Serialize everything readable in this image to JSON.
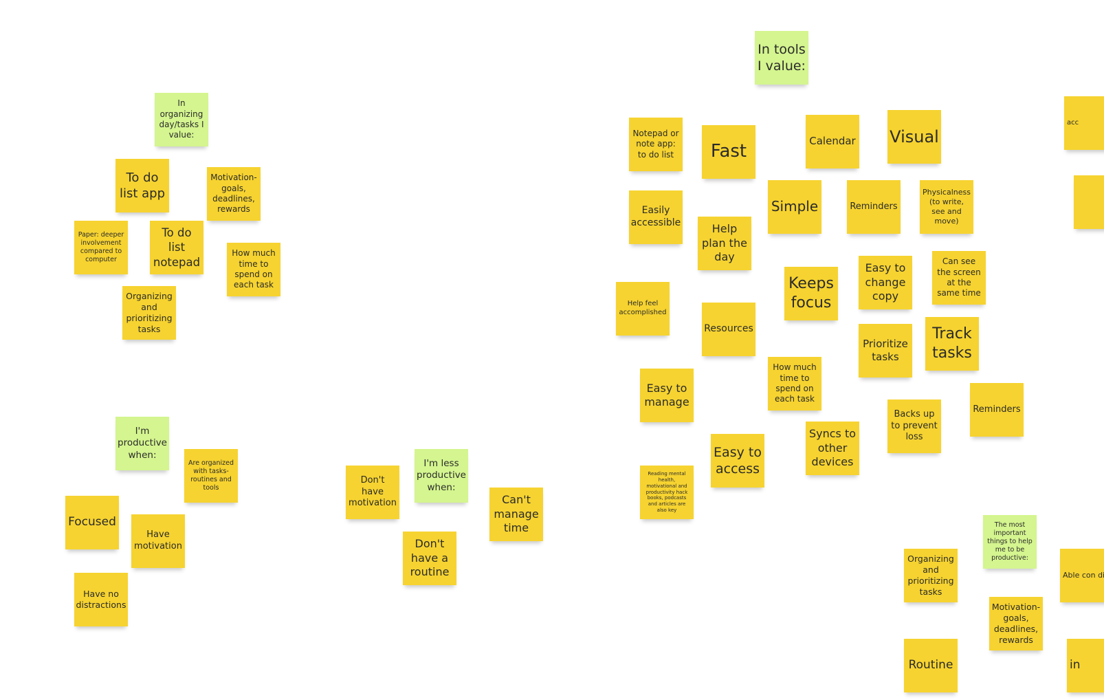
{
  "board": {
    "colors": {
      "yellow": "#f6d330",
      "green": "#d4f58f",
      "background": "#ffffff"
    },
    "notes": [
      {
        "text": "In tools I value:",
        "color": "green"
      },
      {
        "text": "In organizing day/tasks I value:",
        "color": "green"
      },
      {
        "text": "I'm productive when:",
        "color": "green"
      },
      {
        "text": "I'm less productive when:",
        "color": "green"
      },
      {
        "text": "The most important things to help me to be productive:",
        "color": "green"
      },
      {
        "text": "To do list app",
        "color": "yellow"
      },
      {
        "text": "Motivation- goals, deadlines, rewards",
        "color": "yellow"
      },
      {
        "text": "Paper: deeper involvement compared to computer",
        "color": "yellow"
      },
      {
        "text": "To do list notepad",
        "color": "yellow"
      },
      {
        "text": "How much time to spend on each task",
        "color": "yellow"
      },
      {
        "text": "Organizing and prioritizing tasks",
        "color": "yellow"
      },
      {
        "text": "Focused",
        "color": "yellow"
      },
      {
        "text": "Are organized with tasks- routines and tools",
        "color": "yellow"
      },
      {
        "text": "Have motivation",
        "color": "yellow"
      },
      {
        "text": "Have no distractions",
        "color": "yellow"
      },
      {
        "text": "Don't have motivation",
        "color": "yellow"
      },
      {
        "text": "Can't manage time",
        "color": "yellow"
      },
      {
        "text": "Don't have a routine",
        "color": "yellow"
      },
      {
        "text": "Notepad or note app: to do list",
        "color": "yellow"
      },
      {
        "text": "Fast",
        "color": "yellow"
      },
      {
        "text": "Calendar",
        "color": "yellow"
      },
      {
        "text": "Visual",
        "color": "yellow"
      },
      {
        "text": "Easily accessible",
        "color": "yellow"
      },
      {
        "text": "Help plan the day",
        "color": "yellow"
      },
      {
        "text": "Simple",
        "color": "yellow"
      },
      {
        "text": "Reminders",
        "color": "yellow"
      },
      {
        "text": "Physicalness (to write, see and move)",
        "color": "yellow"
      },
      {
        "text": "Keeps focus",
        "color": "yellow"
      },
      {
        "text": "Easy to change copy",
        "color": "yellow"
      },
      {
        "text": "Can see the screen at the same time",
        "color": "yellow"
      },
      {
        "text": "Help feel accomplished",
        "color": "yellow"
      },
      {
        "text": "Resources",
        "color": "yellow"
      },
      {
        "text": "Prioritize tasks",
        "color": "yellow"
      },
      {
        "text": "Track tasks",
        "color": "yellow"
      },
      {
        "text": "Easy to manage",
        "color": "yellow"
      },
      {
        "text": "How much time to spend on each task",
        "color": "yellow"
      },
      {
        "text": "Backs up to prevent loss",
        "color": "yellow"
      },
      {
        "text": "Reminders",
        "color": "yellow"
      },
      {
        "text": "Easy to access",
        "color": "yellow"
      },
      {
        "text": "Syncs to other devices",
        "color": "yellow"
      },
      {
        "text": "Reading mental health, motivational and productivity hack books, podcasts and articles are also key",
        "color": "yellow"
      },
      {
        "text": "Organizing and prioritizing tasks",
        "color": "yellow"
      },
      {
        "text": "Motivation- goals, deadlines, rewards",
        "color": "yellow"
      },
      {
        "text": "Routine",
        "color": "yellow"
      },
      {
        "text": "acc",
        "color": "yellow"
      },
      {
        "text": "",
        "color": "yellow"
      },
      {
        "text": "Able con dis",
        "color": "yellow"
      },
      {
        "text": "in",
        "color": "yellow"
      }
    ]
  }
}
